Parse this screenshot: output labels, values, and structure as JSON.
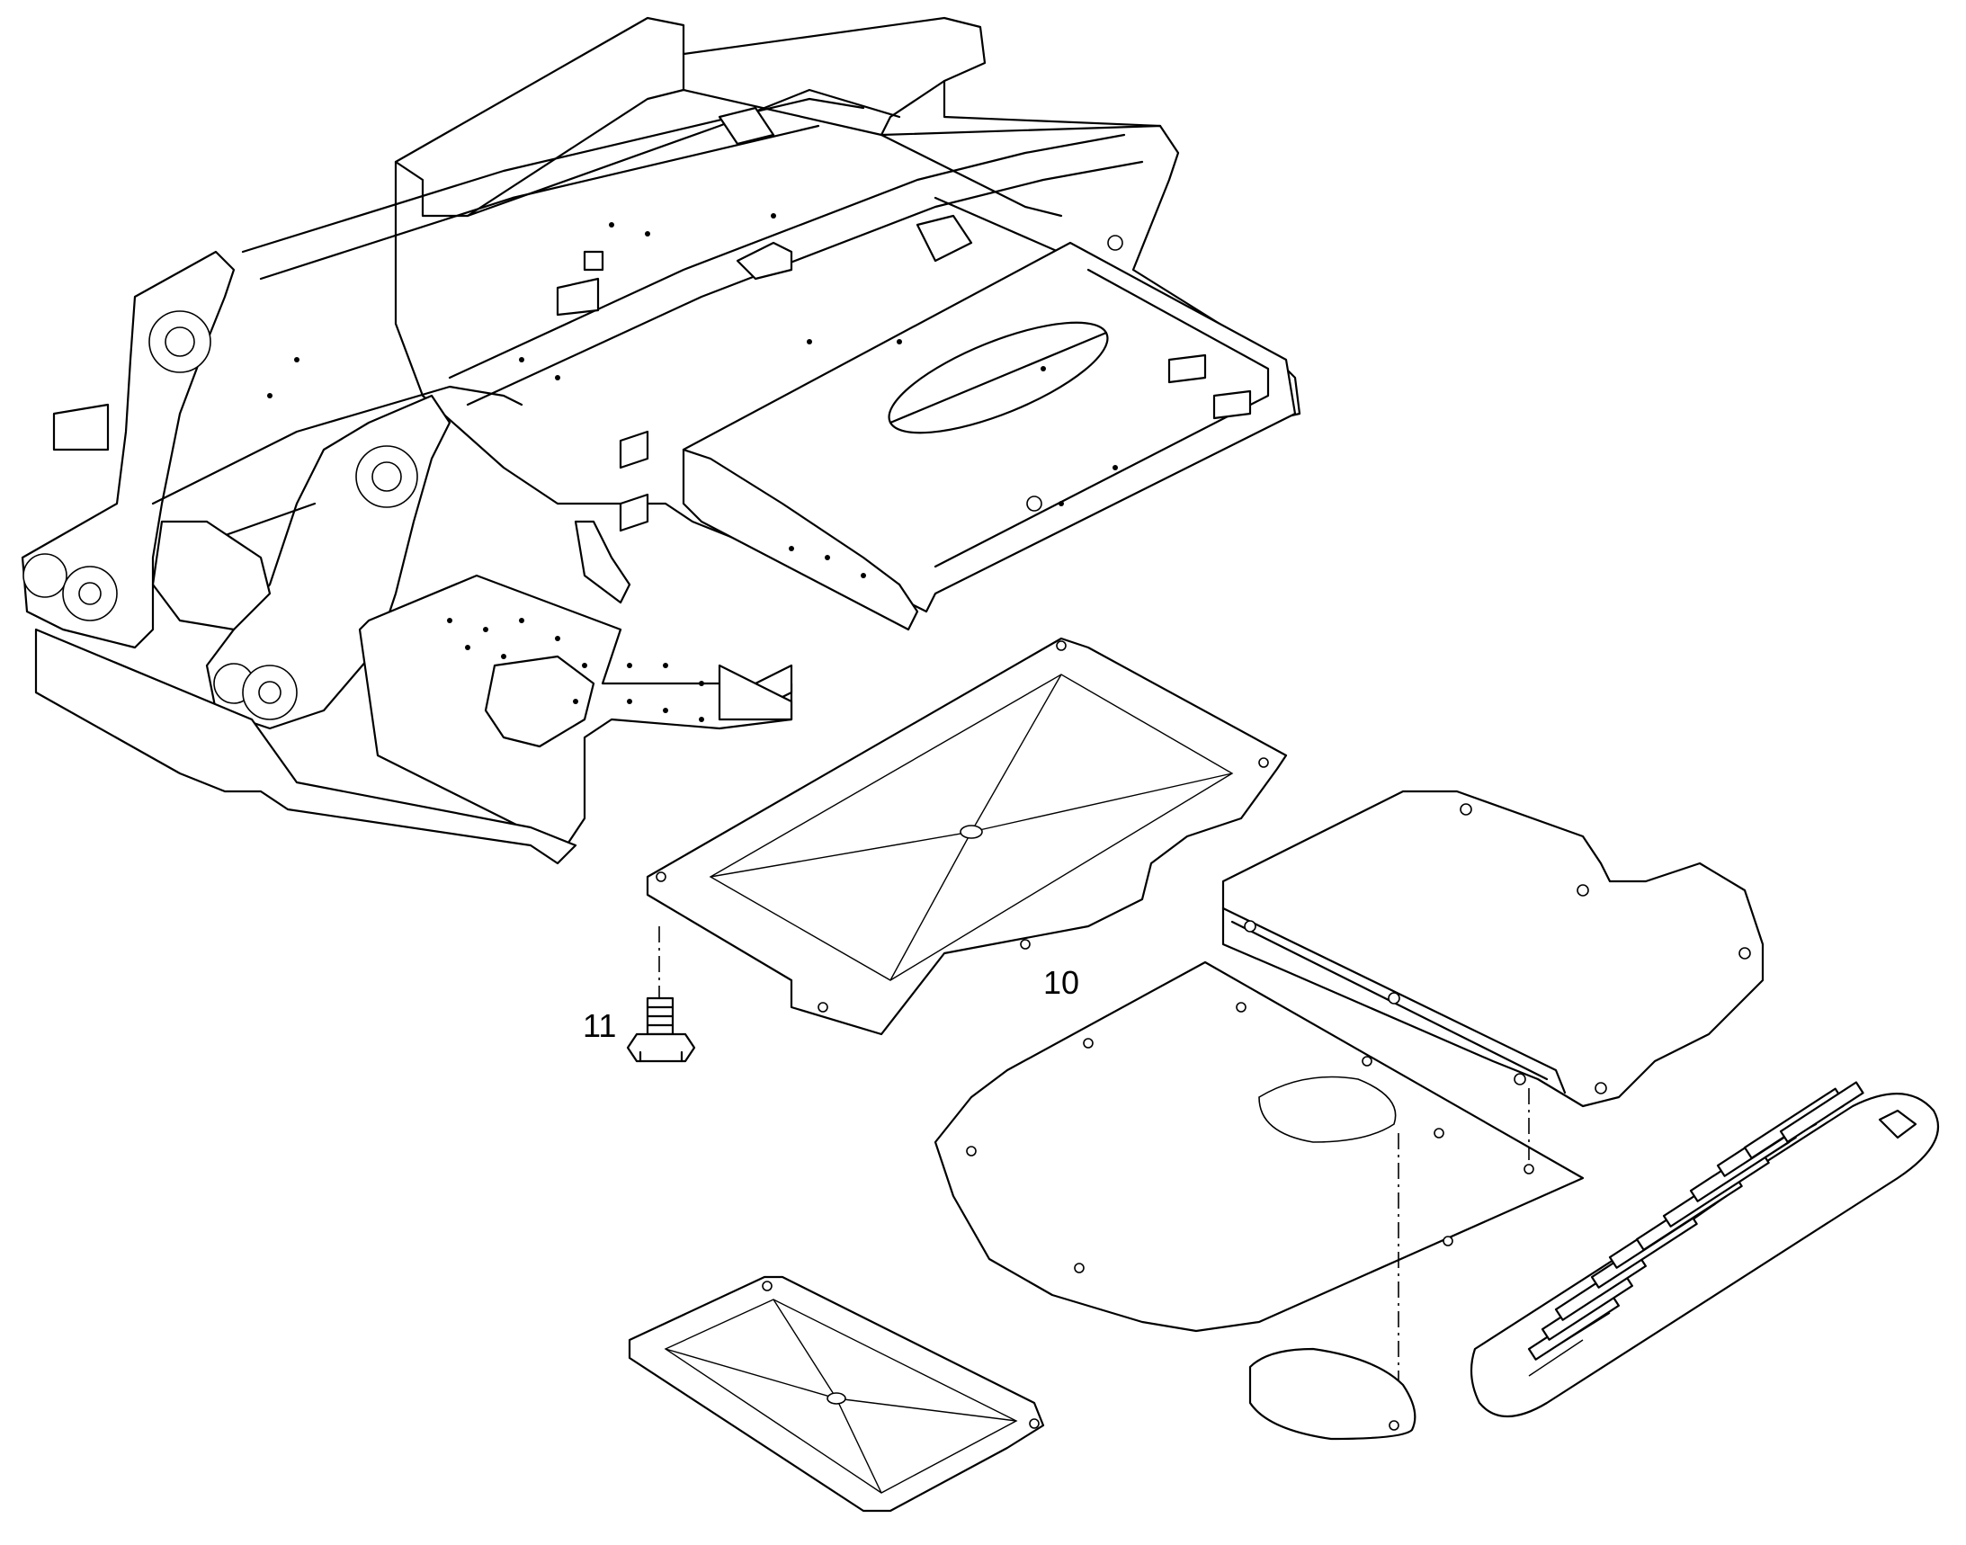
{
  "diagram": {
    "callouts": [
      {
        "id": "10",
        "label": "10"
      },
      {
        "id": "11",
        "label": "11"
      }
    ]
  }
}
